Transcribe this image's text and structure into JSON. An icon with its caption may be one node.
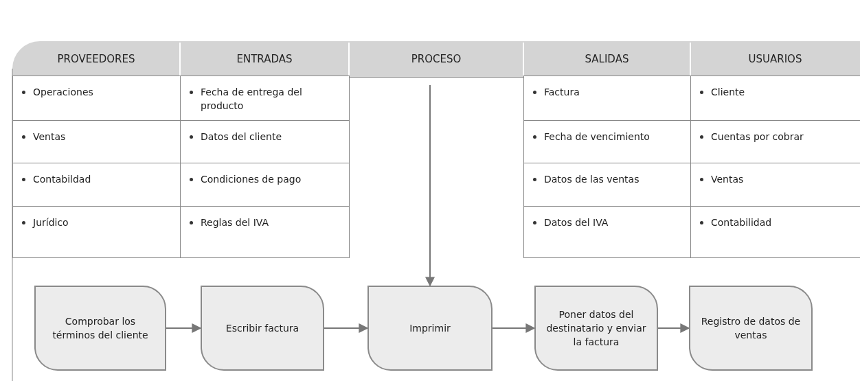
{
  "diagram": {
    "nodes": [
      {
        "text": [
          "Comprobar los términos del cliente"
        ]
      },
      {
        "text": [
          "Escribir factura"
        ]
      },
      {
        "text": [
          "Imprimir"
        ]
      },
      {
        "text": [
          "Poner datos del destinatario y enviar la factura"
        ]
      },
      {
        "text": [
          "Registro de datos de ventas"
        ]
      }
    ],
    "edges": [
      {
        "from": null,
        "to": 2,
        "arrow": "to"
      },
      {
        "from": 0,
        "to": 1,
        "arrow": "to"
      },
      {
        "from": 1,
        "to": 2,
        "arrow": "to"
      },
      {
        "from": 2,
        "to": 3,
        "arrow": "to"
      },
      {
        "from": 3,
        "to": 4,
        "arrow": "to"
      }
    ],
    "labels": [
      "PROVEEDORES",
      "ENTRADAS",
      "PROCESO",
      "SALIDAS",
      "USUARIOS",
      "Operaciones",
      "Fecha de entrega del producto",
      "Factura",
      "Cliente",
      "Ventas",
      "Datos del cliente",
      "Fecha de vencimiento",
      "Cuentas por cobrar",
      "Contabildad",
      "Condiciones de pago",
      "Datos de las ventas",
      "Ventas",
      "Jurídico",
      "Reglas del IVA",
      "Datos del IVA",
      "Contabilidad"
    ]
  }
}
